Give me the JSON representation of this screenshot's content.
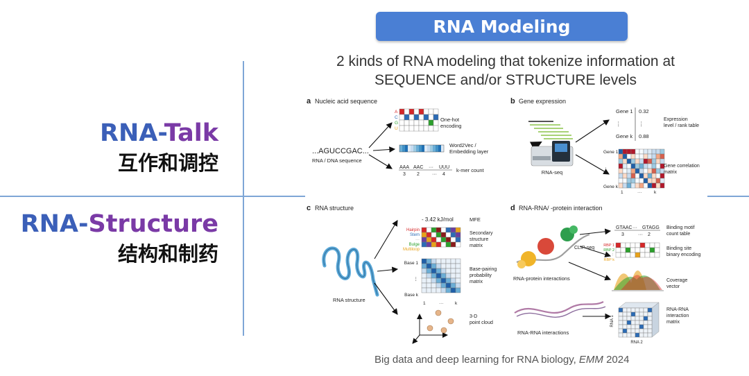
{
  "header": {
    "title": "RNA Modeling",
    "subtitle": "2 kinds of RNA modeling that tokenize information at SEQUENCE and/or STRUCTURE levels"
  },
  "rows": [
    {
      "title_part1": "RNA-",
      "title_part2": "Talk",
      "subtitle_cn": "互作和调控"
    },
    {
      "title_part1": "RNA-",
      "title_part2": "Structure",
      "subtitle_cn": "结构和制药"
    }
  ],
  "figure": {
    "panel_a": {
      "letter": "a",
      "title": "Nucleic acid sequence",
      "sequence": "...AGUCCGAC...",
      "sequence_label": "RNA / DNA sequence",
      "bases": [
        "A",
        "C",
        "G",
        "U"
      ],
      "onehot_label": [
        "One-hot",
        "encoding"
      ],
      "embedding_label": [
        "Word2Vec /",
        "Embedding layer"
      ],
      "kmer_header": [
        "AAA",
        "AAC",
        "···",
        "UUU"
      ],
      "kmer_counts": [
        "3",
        "2",
        "···",
        "4"
      ],
      "kmer_label": "k-mer count"
    },
    "panel_b": {
      "letter": "b",
      "title": "Gene expression",
      "rnaseq_label": "RNA-seq",
      "genes": [
        "Gene 1",
        "⋮",
        "Gene k"
      ],
      "values": [
        "0.32",
        "⋮",
        "0.88"
      ],
      "table_label": [
        "Expression",
        "level / rank table"
      ],
      "matrix_row_labels": [
        "Gene 1",
        "⋮",
        "Gene k"
      ],
      "matrix_col_labels": [
        "1",
        "···",
        "k"
      ],
      "matrix_label": [
        "Gene correlation",
        "matrix"
      ]
    },
    "panel_c": {
      "letter": "c",
      "title": "RNA structure",
      "structure_label": "RNA structure",
      "energy": "- 3.42 kJ/mol",
      "energy_label": "MFE",
      "ss_rows": [
        "Hairpin",
        "Stem",
        "···",
        "Bulge",
        "Multiloop"
      ],
      "ss_label": [
        "Secondary",
        "structure",
        "matrix"
      ],
      "bp_row_labels": [
        "Base 1",
        "⋮",
        "Base k"
      ],
      "bp_col_labels": [
        "1",
        "···",
        "k"
      ],
      "bp_label": [
        "Base-pairing",
        "probability",
        "matrix"
      ],
      "pc_label": [
        "3-D",
        "point cloud"
      ]
    },
    "panel_d": {
      "letter": "d",
      "title": "RNA-RNA/ -protein interaction",
      "protein_label": "RNA-protein interactions",
      "clip_label": "CLIP-seq",
      "motif_header": [
        "GTAAC",
        "···",
        "GTAGG"
      ],
      "motif_counts": [
        "3",
        "···",
        "2"
      ],
      "motif_label": [
        "Binding motif",
        "count table"
      ],
      "rbp_rows": [
        "RBP 1",
        "RBP 2",
        "⋮",
        "RBP k"
      ],
      "rbp_label": [
        "Binding site",
        "binary encoding"
      ],
      "coverage_label": [
        "Coverage",
        "vector"
      ],
      "rrna_label": "RNA-RNA interactions",
      "cube_x": "RNA 2",
      "cube_y": "RNA 1",
      "rrmatrix_label": [
        "RNA-RNA",
        "interaction",
        "matrix"
      ]
    }
  },
  "citation": {
    "text": "Big data and deep learning for RNA biology,",
    "journal": "EMM",
    "year": "2024"
  },
  "colors": {
    "accent": "#4a7fd4",
    "line": "#7ea6d6",
    "talk_blue": "#3b5fb8",
    "talk_purple": "#7a3aa6"
  }
}
